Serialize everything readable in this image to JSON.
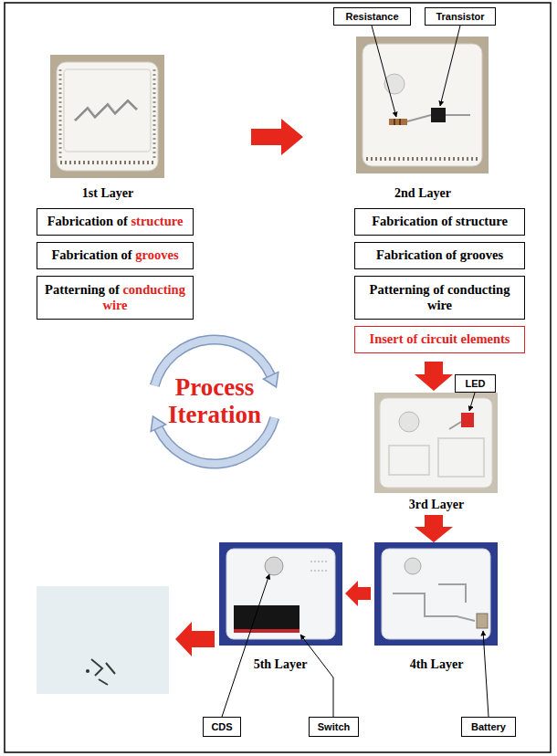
{
  "diagram": {
    "nodes": [
      {
        "text": [
          "Resistance"
        ]
      },
      {
        "text": [
          "Transistor"
        ]
      },
      {
        "text": [
          "Fabrication of structure"
        ]
      },
      {
        "text": [
          "Fabrication of grooves"
        ]
      },
      {
        "text": [
          "Patterning of conducting wire"
        ]
      },
      {
        "text": [
          "Fabrication of structure"
        ]
      },
      {
        "text": [
          "Fabrication of grooves"
        ]
      },
      {
        "text": [
          "Patterning of conducting wire"
        ]
      },
      {
        "text": [
          "Insert of circuit elements"
        ]
      },
      {
        "text": [
          "LED"
        ]
      },
      {
        "text": [
          "CDS"
        ]
      },
      {
        "text": [
          "Switch"
        ]
      },
      {
        "text": [
          "Battery"
        ]
      }
    ],
    "labels": [
      "1st Layer",
      "2nd Layer",
      "Process Iteration",
      "3rd Layer",
      "5th Layer",
      "4th Layer"
    ]
  }
}
